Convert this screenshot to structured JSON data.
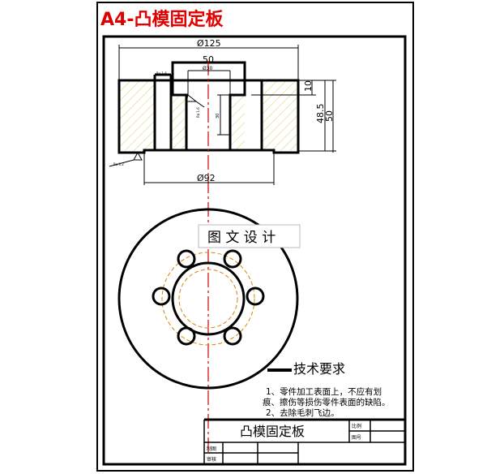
{
  "title": "A4-凸模固定板",
  "dimensions": {
    "d125": "Ø125",
    "w50": "50",
    "d30": "Ø30",
    "d92": "Ø92",
    "h10": "10",
    "h48_5": "48.5",
    "h50": "50",
    "h30": "30",
    "rough1": "Ra 1.6",
    "rough2": "Ra 1.6",
    "rough3": "Ra 3.2"
  },
  "watermark": "图 文 设 计",
  "tech": {
    "heading": "技术要求",
    "line1": "1、零件加工表面上，不应有划",
    "line2": "痕、擦伤等损伤零件表面的缺陷。",
    "line3": "2、去除毛刺飞边。"
  },
  "titleblock": {
    "name": "凸模固定板",
    "scale": "比例",
    "drawing_no": "图号",
    "drawn": "制图",
    "checked": "审核"
  },
  "colors": {
    "title": "#e00000",
    "centerline": "#d00000",
    "hidden": "#e08000",
    "hatch": "#d8d060"
  }
}
